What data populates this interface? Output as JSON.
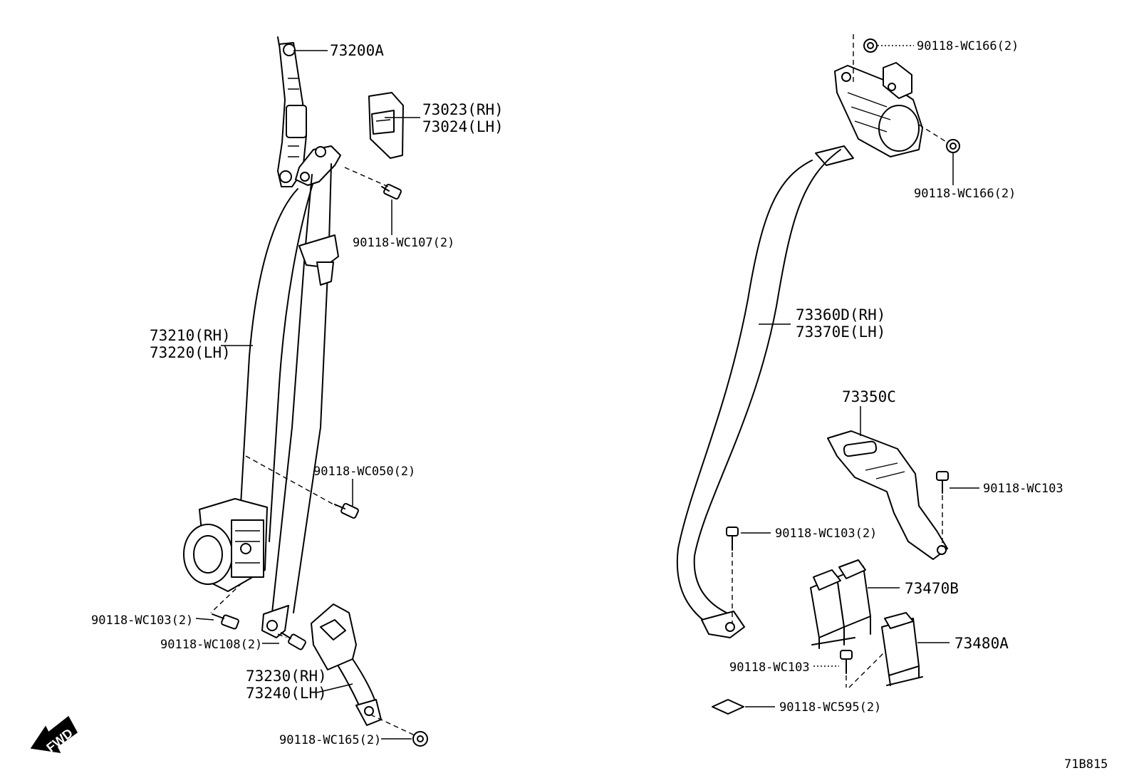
{
  "callouts": {
    "c73200A": "73200A",
    "c73023": "73023(RH)",
    "c73024": "73024(LH)",
    "cWC107": "90118-WC107(2)",
    "c73210": "73210(RH)",
    "c73220": "73220(LH)",
    "cWC050": "90118-WC050(2)",
    "cWC103_2_left": "90118-WC103(2)",
    "cWC108": "90118-WC108(2)",
    "c73230": "73230(RH)",
    "c73240": "73240(LH)",
    "cWC165": "90118-WC165(2)",
    "cWC166_top": "90118-WC166(2)",
    "cWC166_mid": "90118-WC166(2)",
    "c73360D": "73360D(RH)",
    "c73370E": "73370E(LH)",
    "c73350C": "73350C",
    "cWC103_right": "90118-WC103",
    "cWC103_2_right": "90118-WC103(2)",
    "c73470B": "73470B",
    "cWC103_low": "90118-WC103",
    "c73480A": "73480A",
    "cWC595": "90118-WC595(2)"
  },
  "fwd_label": "FWD",
  "figure_code": "71B815"
}
